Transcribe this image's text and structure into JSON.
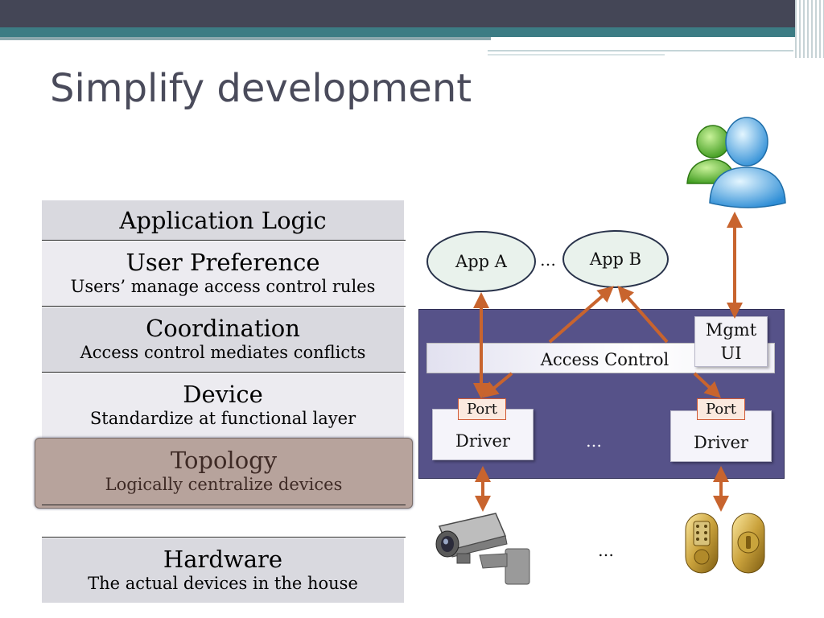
{
  "title": "Simplify development",
  "layers": {
    "application_logic": {
      "main": "Application Logic"
    },
    "user_preference": {
      "main": "User Preference",
      "sub": "Users’ manage access control rules"
    },
    "coordination": {
      "main": "Coordination",
      "sub": "Access control mediates conflicts"
    },
    "device": {
      "main": "Device",
      "sub": "Standardize at functional layer"
    },
    "topology": {
      "main": "Topology",
      "sub": "Logically centralize devices"
    },
    "hardware": {
      "main": "Hardware",
      "sub": "The actual devices in the house"
    }
  },
  "architecture": {
    "app_a": "App A",
    "app_b": "App B",
    "app_ellipsis": "…",
    "access_control": "Access Control",
    "mgmt_ui_line1": "Mgmt",
    "mgmt_ui_line2": "UI",
    "port_left": "Port",
    "port_right": "Port",
    "driver_left": "Driver",
    "driver_right": "Driver",
    "driver_ellipsis": "…",
    "device_ellipsis": "…"
  },
  "colors": {
    "header_dark": "#444656",
    "header_teal": "#3c7c84",
    "panel": "#565289",
    "arrow": "#c8642e",
    "topology_highlight": "#b7a39c"
  },
  "icons": [
    "users-icon",
    "security-camera-icon",
    "door-lock-icon"
  ]
}
